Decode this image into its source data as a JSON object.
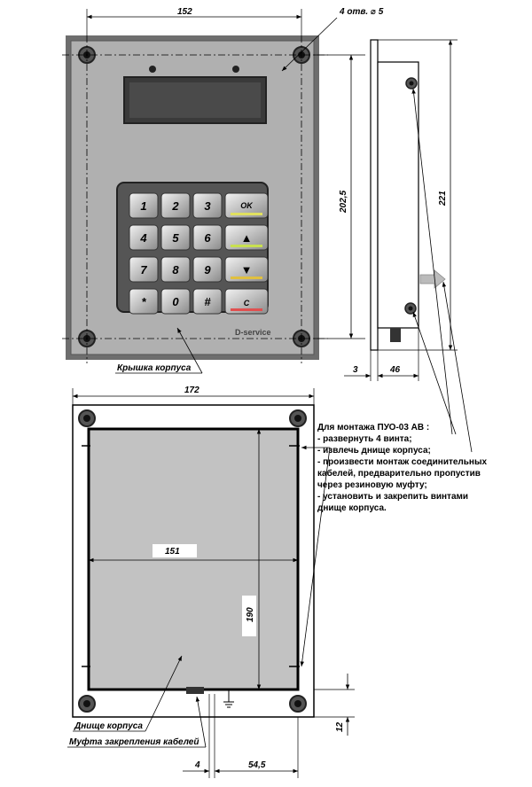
{
  "top_view": {
    "width_dim": "152",
    "height_dim": "202,5",
    "holes_note": "4 отв. ⌀ 5",
    "keypad_keys": [
      "1",
      "2",
      "3",
      "OK",
      "4",
      "5",
      "6",
      "▲",
      "7",
      "8",
      "9",
      "▼",
      "*",
      "0",
      "#",
      "C"
    ],
    "brand": "D-service",
    "cover_label": "Крышка корпуса"
  },
  "side_view": {
    "height_dim": "221",
    "depth_dim_a": "3",
    "depth_dim_b": "46"
  },
  "bottom_view": {
    "width_dim": "172",
    "inner_width_dim": "151",
    "inner_height_dim": "190",
    "offset_dim_a": "4",
    "offset_dim_b": "54,5",
    "margin_dim": "12",
    "base_label": "Днище корпуса",
    "coupling_label": "Муфта закрепления кабелей"
  },
  "instructions": {
    "title": "Для монтажа ПУО-03 АВ :",
    "items": [
      "- развернуть 4 винта;",
      "- извлечь днище корпуса;",
      "- произвести монтаж соединительных кабелей, предварительно пропустив через резиновую муфту;",
      "- установить и закрепить винтами днище корпуса."
    ]
  },
  "colors": {
    "panel": "#b0b0b0",
    "frame": "#6e6e6e",
    "keypad": "#555555",
    "display": "#3a3a3a",
    "ok_stripe": "#e0e060",
    "up_stripe": "#c8e050",
    "down_stripe": "#e0c040",
    "c_stripe": "#e05050"
  }
}
